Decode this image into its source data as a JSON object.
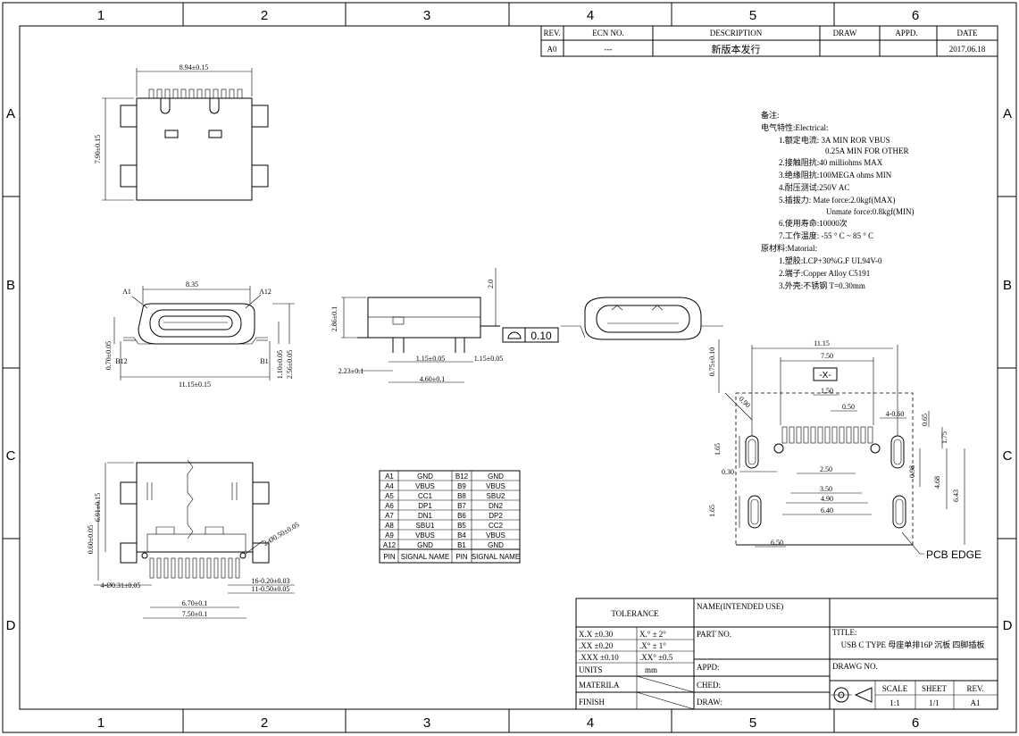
{
  "zones": {
    "columns": [
      "1",
      "2",
      "3",
      "4",
      "5",
      "6"
    ],
    "rows": [
      "A",
      "B",
      "C",
      "D"
    ]
  },
  "revision_table": {
    "headers": {
      "rev": "REV.",
      "ecn": "ECN NO.",
      "desc": "DESCRIPTION",
      "draw": "DRAW",
      "appd": "APPD.",
      "date": "DATE"
    },
    "row": {
      "rev": "A0",
      "ecn": "---",
      "desc": "新版本发行",
      "draw": "",
      "appd": "",
      "date": "2017.06.18"
    }
  },
  "notes": {
    "title": "备注:",
    "electrical": "电气特性:Electrical:",
    "e1": "1.额定电流: 3A MIN ROR VBUS",
    "e1b": "0.25A MIN FOR OTHER",
    "e2": "2.接触阻抗:40 milliohms MAX",
    "e3": "3.绝缘阻抗:100MEGA ohms MIN",
    "e4": "4.耐压测试:250V AC",
    "e5": "5.插拔力:  Mate force:2.0kgf(MAX)",
    "e5b": "Unmate force:0.8kgf(MIN)",
    "e6": "6.使用寿命:10000次",
    "e7": "7.工作温度: -55 ° C ~ 85 ° C",
    "material": "原材料:Matorial:",
    "m1": "1.塑胶:LCP+30%G.F UL94V-0",
    "m2": "2.端子:Copper Alloy C5191",
    "m3": "3.外壳:不锈钢 T=0.30mm"
  },
  "dimensions": {
    "top_width": "8.94±0.15",
    "top_height": "7.90±0.15",
    "front_width": "8.35",
    "front_a1": "A1",
    "front_a12": "A12",
    "front_b12": "B12",
    "front_b1": "B1",
    "front_overall": "11.15±0.15",
    "front_h1": "0.70±0.05",
    "front_h2": "1.10±0.05",
    "front_h3": "2.56±0.05",
    "side_h": "2.86±0.1",
    "side_223": "2.23±0.1",
    "side_115a": "1.15±0.05",
    "side_115b": "1.15±0.05",
    "side_460": "4.60±0.1",
    "side_top": "2.0",
    "flatness": "0.10",
    "bot_side": "6.91±0.15",
    "bot_side2": "0.60±0.05",
    "bot_r": "2-Ø0.50±0.05",
    "bot_431": "4-Ø0.31±0.05",
    "bot_670": "6.70±0.1",
    "bot_750": "7.50±0.1",
    "bot_16": "16-0.20±0.03",
    "bot_11": "11-0.50±0.05",
    "pcb_1115": "11.15",
    "pcb_750": "7.50",
    "pcb_150": "1.50",
    "pcb_050": "0.50",
    "pcb_4060": "4-0.60",
    "pcb_065": "0.65",
    "pcb_175": "1.75",
    "pcb_165a": "1.65",
    "pcb_030": "0.30",
    "pcb_250": "2.50",
    "pcb_350": "3.50",
    "pcb_490": "4.90",
    "pcb_640": "6.40",
    "pcb_098": "0.98",
    "pcb_468": "4.68",
    "pcb_643": "6.43",
    "pcb_165b": "1.65",
    "pcb_650": "6.50",
    "pcb_075": "0.75±0.10",
    "pcb_090": "0.90",
    "pcb_datum": "-X-",
    "pcb_edge": "PCB EDGE"
  },
  "pin_table": {
    "rows": [
      [
        "A1",
        "GND",
        "B12",
        "GND"
      ],
      [
        "A4",
        "VBUS",
        "B9",
        "VBUS"
      ],
      [
        "A5",
        "CC1",
        "B8",
        "SBU2"
      ],
      [
        "A6",
        "DP1",
        "B7",
        "DN2"
      ],
      [
        "A7",
        "DN1",
        "B6",
        "DP2"
      ],
      [
        "A8",
        "SBU1",
        "B5",
        "CC2"
      ],
      [
        "A9",
        "VBUS",
        "B4",
        "VBUS"
      ],
      [
        "A12",
        "GND",
        "B1",
        "GND"
      ]
    ],
    "footer": [
      "PIN",
      "SIGNAL NAME",
      "PIN",
      "SIGNAL NAME"
    ]
  },
  "title_block": {
    "tolerance": "TOLERANCE",
    "tol1a": "X.X  ±0.30",
    "tol1b": "X.°  ± 2°",
    "tol2a": ".XX  ±0.20",
    "tol2b": ".X°  ± 1°",
    "tol3a": ".XXX ±0.10",
    "tol3b": ".XX° ±0.5",
    "units": "UNITS",
    "units_val": "mm",
    "materila": "MATERILA",
    "finish": "FINISH",
    "name": "NAME(INTENDED USE)",
    "part_no": "PART NO.",
    "appd": "APPD:",
    "ched": "CHED:",
    "draw": "DRAW:",
    "title_label": "TITLE:",
    "title_value": "USB C TYPE 母座单排16P 沉板 四脚插板",
    "drawing_no": "DRAWG NO.",
    "scale": "SCALE",
    "scale_val": "1:1",
    "sheet": "SHEET",
    "sheet_val": "1/1",
    "rev": "REV.",
    "rev_val": "A1"
  }
}
